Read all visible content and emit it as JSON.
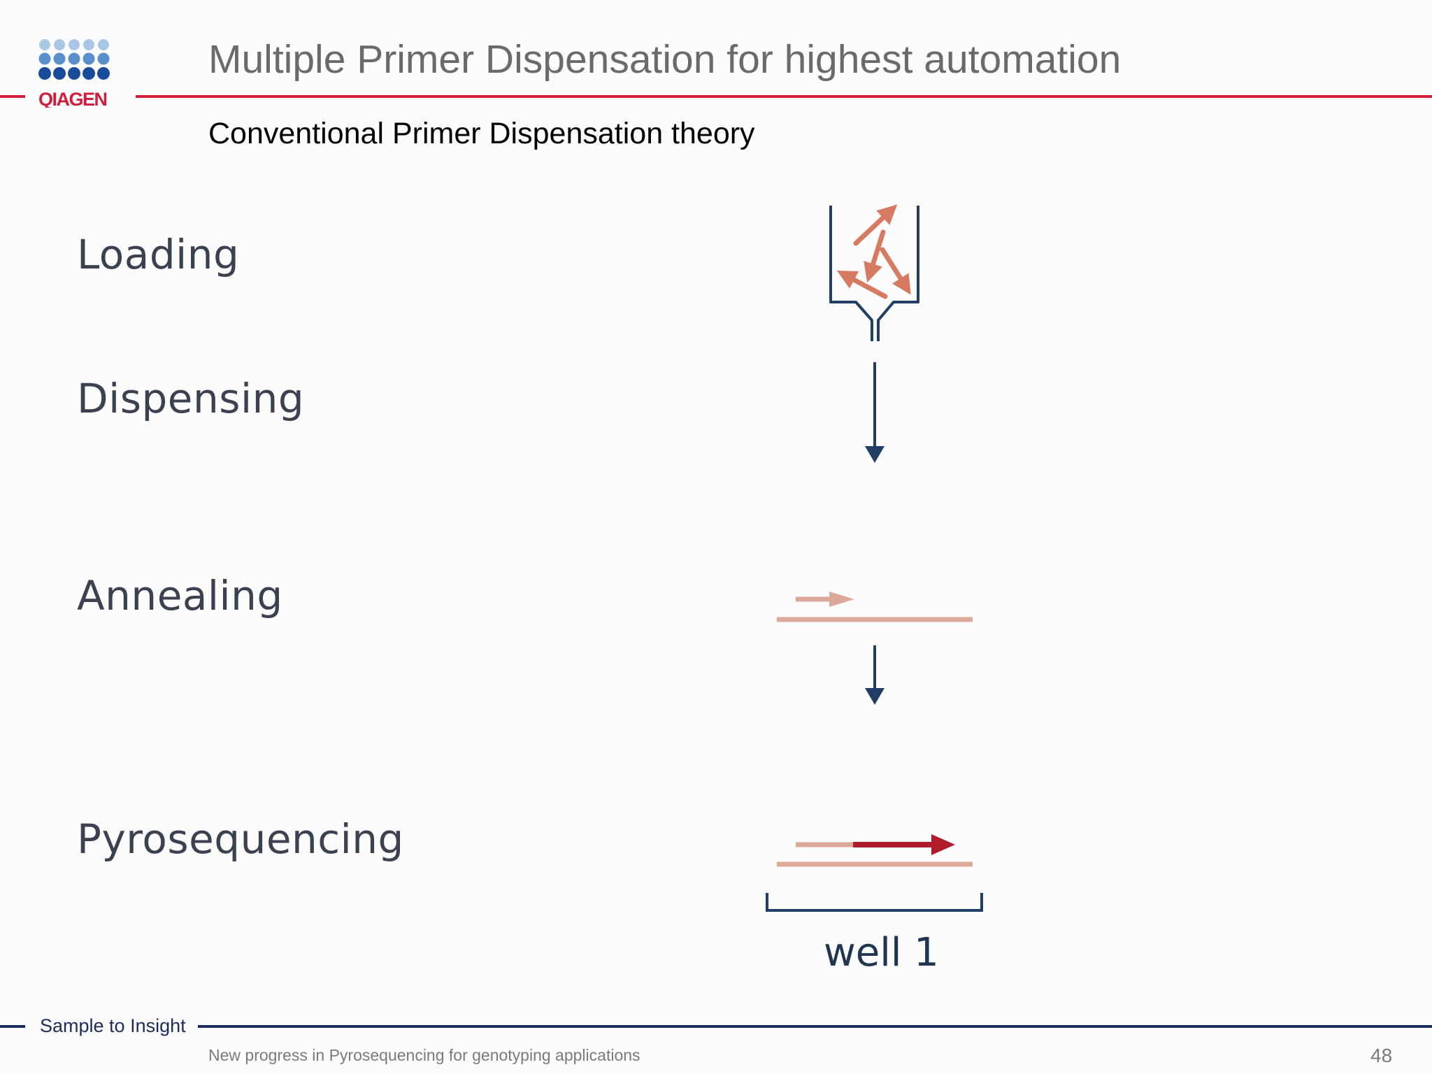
{
  "header": {
    "logo_text": "QIAGEN",
    "title": "Multiple Primer Dispensation for highest automation",
    "subtitle": "Conventional Primer Dispensation theory",
    "accent_color": "#d21d3c"
  },
  "steps": [
    {
      "label": "Loading"
    },
    {
      "label": "Dispensing"
    },
    {
      "label": "Annealing"
    },
    {
      "label": "Pyrosequencing"
    }
  ],
  "diagram": {
    "well_label": "well 1",
    "colors": {
      "arrow_dark": "#1f3f66",
      "primer": "#dca898",
      "primer_arrows": "#d77a62",
      "extension": "#b01c2a"
    }
  },
  "footer": {
    "tagline": "Sample to Insight",
    "text": "New progress in Pyrosequencing for genotyping applications",
    "page_number": "48",
    "rule_color": "#1c2d5a"
  }
}
